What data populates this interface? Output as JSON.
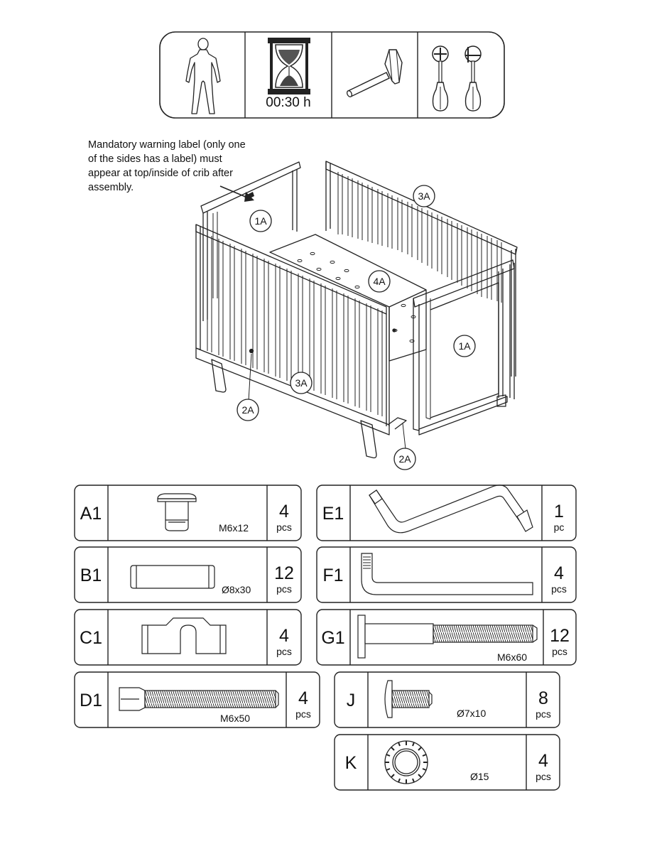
{
  "header": {
    "time_label": "00:30 h",
    "icons": [
      "one-person-icon",
      "hourglass-icon",
      "hammer-icon",
      "screwdrivers-icon"
    ]
  },
  "assembly": {
    "warning_lines": [
      "Mandatory warning label (only one",
      "of the sides has a label) must",
      "appear at top/inside of crib after",
      "assembly."
    ],
    "callouts": {
      "c1a_left": "1A",
      "c1a_right": "1A",
      "c3a_back": "3A",
      "c3a_front": "3A",
      "c4a": "4A",
      "c2a_left": "2A",
      "c2a_right": "2A"
    }
  },
  "parts": {
    "A1": {
      "id": "A1",
      "size": "M6x12",
      "qty": "4",
      "unit": "pcs"
    },
    "B1": {
      "id": "B1",
      "size": "Ø8x30",
      "qty": "12",
      "unit": "pcs"
    },
    "C1": {
      "id": "C1",
      "size": "",
      "qty": "4",
      "unit": "pcs"
    },
    "D1": {
      "id": "D1",
      "size": "M6x50",
      "qty": "4",
      "unit": "pcs"
    },
    "E1": {
      "id": "E1",
      "size": "",
      "qty": "1",
      "unit": "pc"
    },
    "F1": {
      "id": "F1",
      "size": "",
      "qty": "4",
      "unit": "pcs"
    },
    "G1": {
      "id": "G1",
      "size": "M6x60",
      "qty": "12",
      "unit": "pcs"
    },
    "J": {
      "id": "J",
      "size": "Ø7x10",
      "qty": "8",
      "unit": "pcs"
    },
    "K": {
      "id": "K",
      "size": "Ø15",
      "qty": "4",
      "unit": "pcs"
    }
  }
}
